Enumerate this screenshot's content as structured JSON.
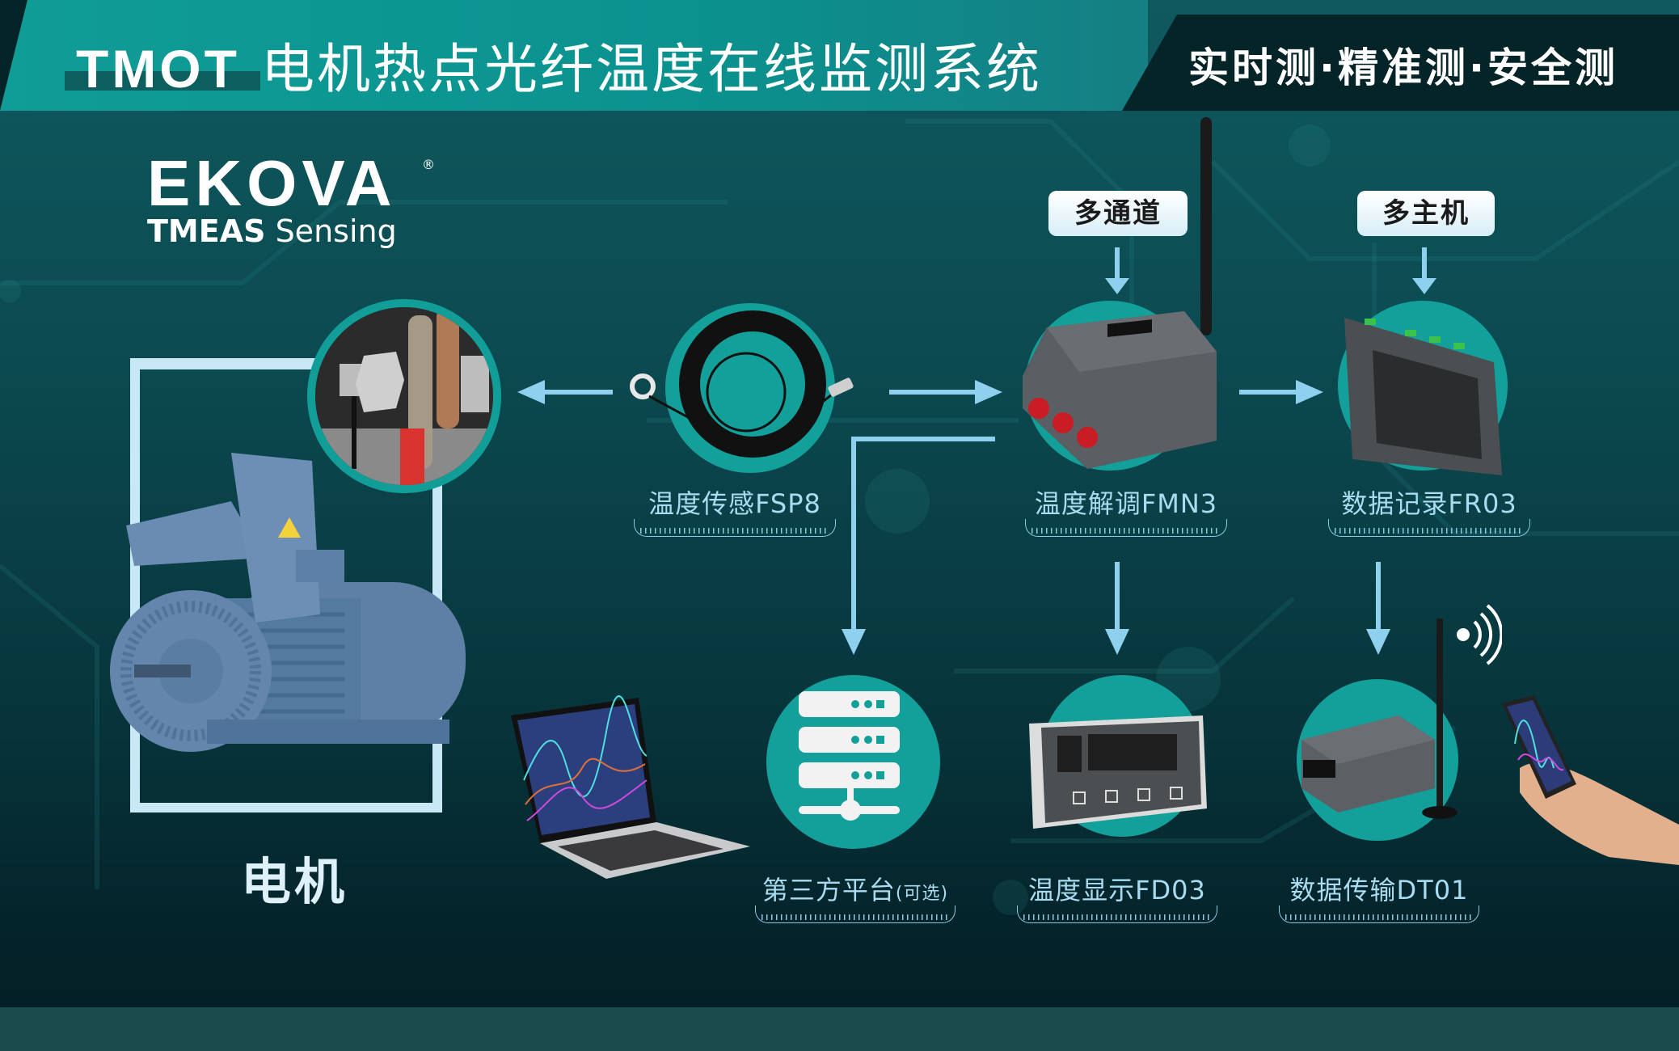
{
  "header": {
    "brand_code": "TMOT",
    "title": "电机热点光纤温度在线监测系统",
    "slogan": "实时测·精准测·安全测"
  },
  "logo": {
    "name": "EKOVA",
    "registered": "®",
    "sub_bold": "TMEAS",
    "sub_regular": " Sensing"
  },
  "motor": {
    "label": "电机"
  },
  "tags": {
    "multi_channel": "多通道",
    "multi_host": "多主机"
  },
  "nodes": [
    {
      "id": "sensor",
      "label": "温度传感FSP8"
    },
    {
      "id": "demodulator",
      "label": "温度解调FMN3"
    },
    {
      "id": "recorder",
      "label": "数据记录FR03"
    },
    {
      "id": "platform",
      "label": "第三方平台",
      "suffix": "(可选)"
    },
    {
      "id": "display",
      "label": "温度显示FD03"
    },
    {
      "id": "transmitter",
      "label": "数据传输DT01"
    }
  ],
  "colors": {
    "accent_teal": "#13a09a",
    "header_teal": "#0a928f",
    "dark": "#042428",
    "arrow": "#8fd0ef",
    "label_text": "#a9dcf0"
  },
  "flow": [
    {
      "from": "sensor",
      "to": "motor",
      "direction": "left"
    },
    {
      "from": "sensor",
      "to": "demodulator",
      "direction": "right"
    },
    {
      "from": "demodulator",
      "to": "recorder",
      "direction": "right"
    },
    {
      "from": "demodulator",
      "to": "platform",
      "direction": "down"
    },
    {
      "from": "demodulator",
      "to": "display",
      "direction": "down"
    },
    {
      "from": "recorder",
      "to": "transmitter",
      "direction": "down"
    }
  ]
}
